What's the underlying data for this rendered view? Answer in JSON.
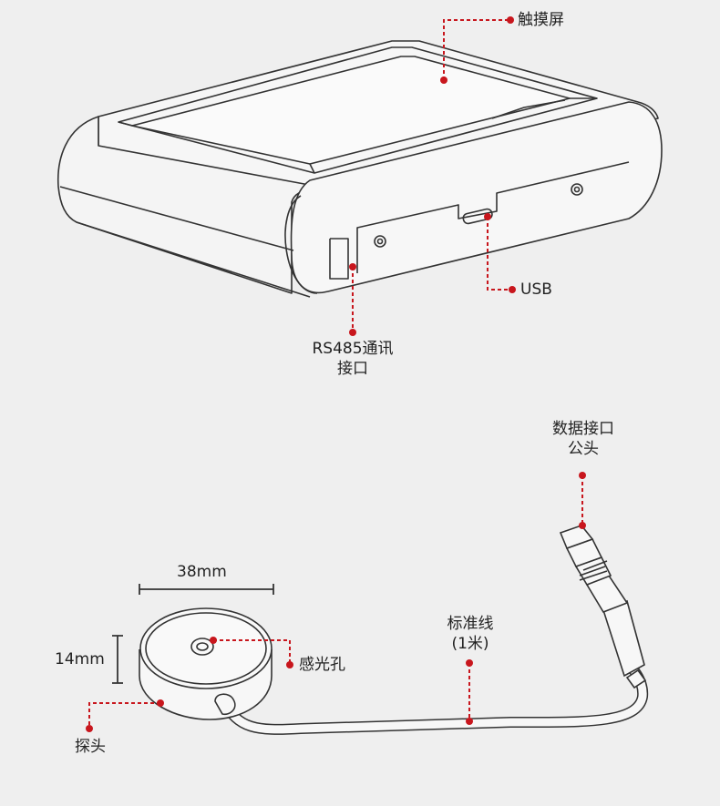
{
  "labels": {
    "touchscreen": "触摸屏",
    "usb": "USB",
    "rs485_line1": "RS485通讯",
    "rs485_line2": "接口",
    "data_port_line1": "数据接口",
    "data_port_line2": "公头",
    "width_dim": "38mm",
    "height_dim": "14mm",
    "sensor_hole": "感光孔",
    "probe": "探头",
    "cable_line1": "标准线",
    "cable_line2": "(1米)"
  },
  "colors": {
    "background": "#efefef",
    "outline": "#333333",
    "callout": "#c8161d",
    "text": "#222222"
  }
}
